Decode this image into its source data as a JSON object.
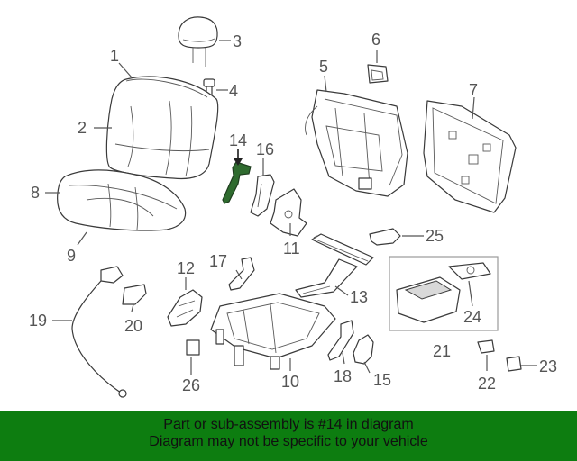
{
  "diagram": {
    "highlight_color": "#2f6b2f",
    "callouts": {
      "c1": "1",
      "c2": "2",
      "c3": "3",
      "c4": "4",
      "c5": "5",
      "c6": "6",
      "c7": "7",
      "c8": "8",
      "c9": "9",
      "c10": "10",
      "c11": "11",
      "c12": "12",
      "c13": "13",
      "c14": "14",
      "c15": "15",
      "c16": "16",
      "c17": "17",
      "c18": "18",
      "c19": "19",
      "c20": "20",
      "c21": "21",
      "c22": "22",
      "c23": "23",
      "c24": "24",
      "c25": "25",
      "c26": "26"
    }
  },
  "banner": {
    "color": "#0d7d10",
    "line1": "Part or sub-assembly is #14 in diagram",
    "line2": "Diagram may not be specific to your vehicle"
  }
}
